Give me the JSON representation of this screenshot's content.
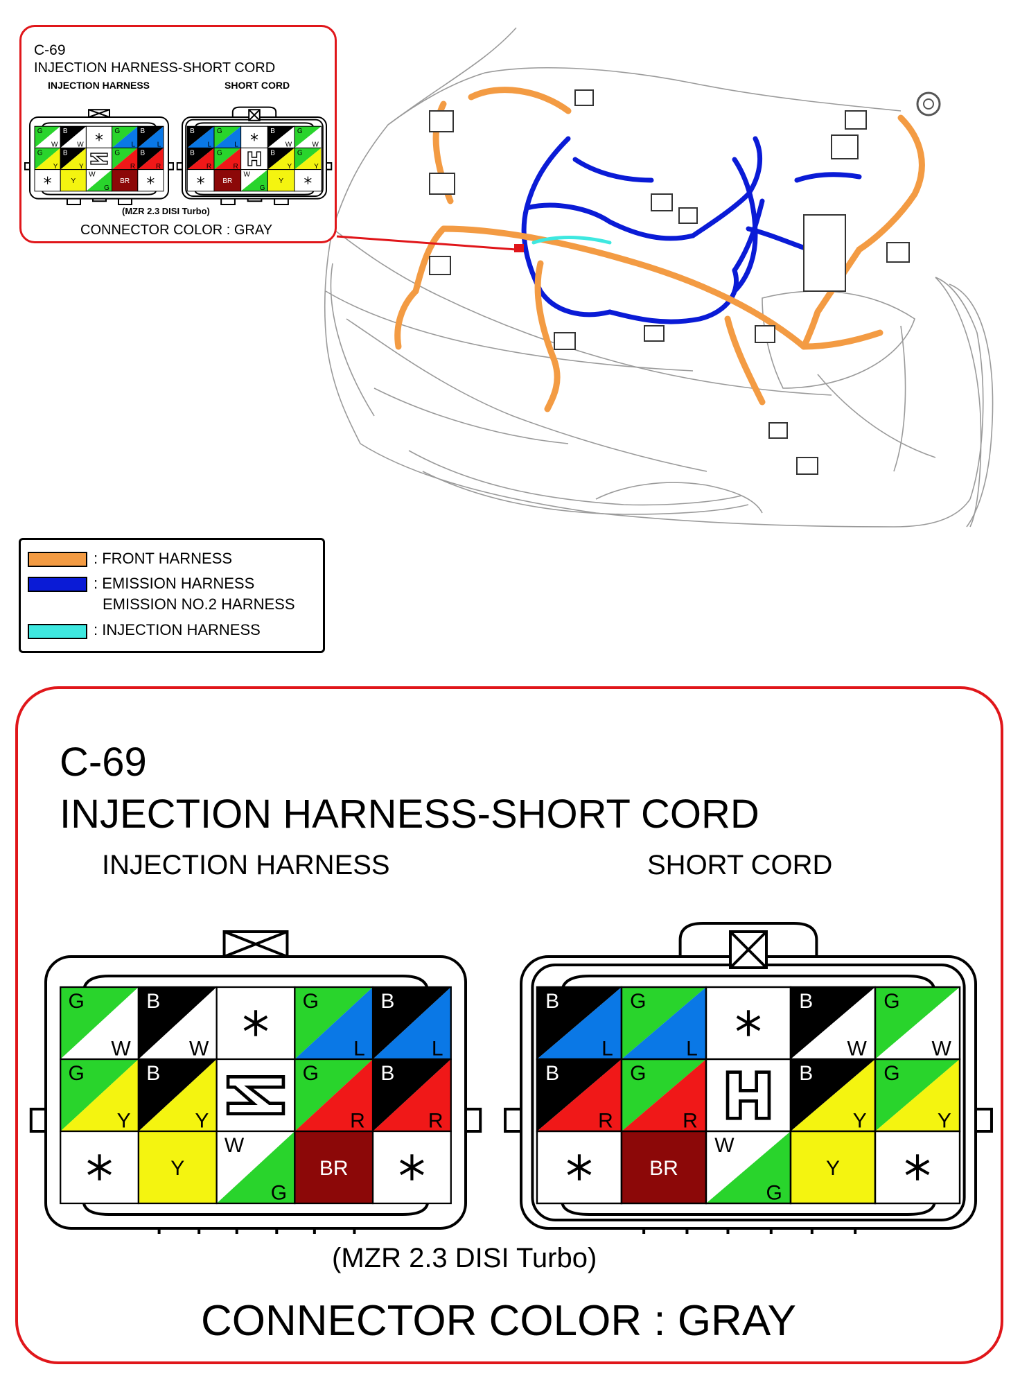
{
  "inset": {
    "code": "C-69",
    "title": "INJECTION HARNESS-SHORT CORD",
    "left_header": "INJECTION HARNESS",
    "right_header": "SHORT CORD",
    "engine": "(MZR 2.3 DISI Turbo)",
    "connector_color": "CONNECTOR COLOR : GRAY"
  },
  "legend": {
    "items": [
      {
        "color": "#f39b43",
        "label": ": FRONT HARNESS"
      },
      {
        "color": "#0a1bd6",
        "label": ": EMISSION HARNESS",
        "label2": "EMISSION NO.2 HARNESS"
      },
      {
        "color": "#3ee8e0",
        "label": ": INJECTION HARNESS"
      }
    ]
  },
  "panel": {
    "code": "C-69",
    "title": "INJECTION HARNESS-SHORT CORD",
    "left_header": "INJECTION HARNESS",
    "right_header": "SHORT CORD",
    "engine": "(MZR 2.3 DISI Turbo)",
    "connector_color": "CONNECTOR COLOR : GRAY"
  },
  "colors": {
    "G": "#29d42c",
    "B": "#000000",
    "W": "#ffffff",
    "L": "#0a78e6",
    "Y": "#f4f410",
    "R": "#f01818",
    "BR": "#8c0808",
    "front_harness": "#f39b43",
    "emission_harness": "#0a1bd6",
    "injection_harness": "#3ee8e0",
    "frame_red": "#e0161a"
  },
  "connectors": {
    "injection_harness": {
      "rows": [
        [
          {
            "tl": "G",
            "br": "W"
          },
          {
            "tl": "B",
            "br": "W"
          },
          {
            "star": true
          },
          {
            "tl": "G",
            "br": "L"
          },
          {
            "tl": "B",
            "br": "L"
          }
        ],
        [
          {
            "tl": "G",
            "br": "Y"
          },
          {
            "tl": "B",
            "br": "Y"
          },
          {
            "glyph": "Z"
          },
          {
            "tl": "G",
            "br": "R"
          },
          {
            "tl": "B",
            "br": "R"
          }
        ],
        [
          {
            "star": true
          },
          {
            "solid": "Y"
          },
          {
            "tl": "W",
            "br": "G"
          },
          {
            "solid": "BR"
          },
          {
            "star": true
          }
        ]
      ]
    },
    "short_cord": {
      "rows": [
        [
          {
            "tl": "B",
            "br": "L"
          },
          {
            "tl": "G",
            "br": "L"
          },
          {
            "star": true
          },
          {
            "tl": "B",
            "br": "W"
          },
          {
            "tl": "G",
            "br": "W"
          }
        ],
        [
          {
            "tl": "B",
            "br": "R"
          },
          {
            "tl": "G",
            "br": "R"
          },
          {
            "glyph": "H"
          },
          {
            "tl": "B",
            "br": "Y"
          },
          {
            "tl": "G",
            "br": "Y"
          }
        ],
        [
          {
            "star": true
          },
          {
            "solid": "BR"
          },
          {
            "tl": "W",
            "br": "G"
          },
          {
            "solid": "Y"
          },
          {
            "star": true
          }
        ]
      ]
    }
  }
}
